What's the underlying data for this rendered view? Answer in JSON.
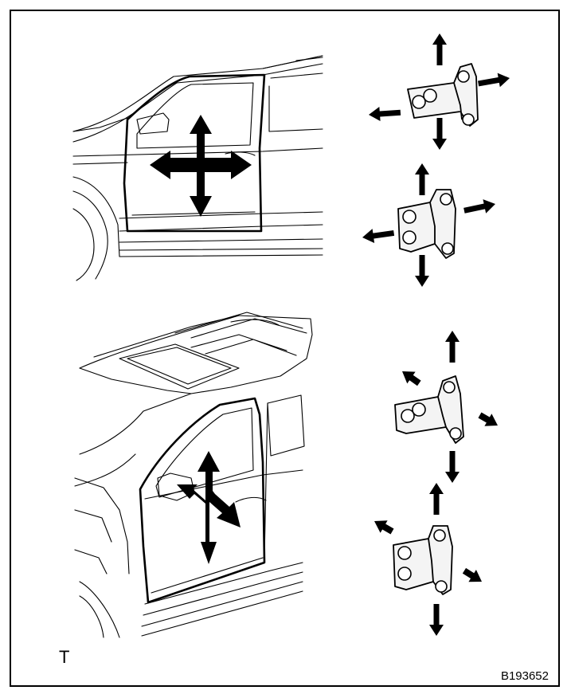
{
  "diagram": {
    "view_label": "T",
    "figure_id": "B193652",
    "colors": {
      "line": "#000000",
      "background": "#ffffff",
      "hinge_fill": "#f4f4f4"
    },
    "icons": [
      "adjust-arrows-cross",
      "door-hinge"
    ]
  }
}
